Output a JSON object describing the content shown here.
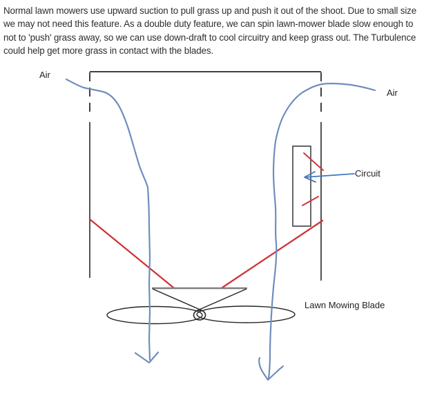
{
  "description": {
    "lines": [
      "Normal lawn mowers use upward suction to pull grass up and push it out of the shoot. Due to small size",
      "we may not need this feature. As a double duty feature, we can spin lawn-mower blade slow enough to",
      "not to 'push' grass away, so we can use down-draft to cool circuitry and keep grass out. The Turbulence",
      "could help get more grass in contact with the blades."
    ]
  },
  "diagram": {
    "labels": {
      "air_left": "Air",
      "air_right": "Air",
      "circuit": "Circuit",
      "blade": "Lawn Mowing Blade"
    }
  },
  "colors": {
    "page_bg": "#ffffff",
    "text_color": "#2e2e2e",
    "label_color": "#222222",
    "housing_gray": "#3f3f3f",
    "plate_gray": "#7f7f7f",
    "blade_black": "#262626",
    "airflow_blue": "#6f8dbd",
    "arrow_blue": "#4477c0",
    "heat_red": "#cf3338"
  }
}
